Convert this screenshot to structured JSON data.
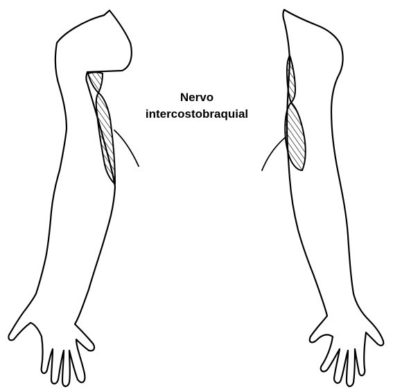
{
  "label": {
    "line1": "Nervo",
    "line2": "intercostobraquial"
  },
  "figures": [
    {
      "name": "left-arm",
      "view": "anterior-medial"
    },
    {
      "name": "right-arm",
      "view": "anterior-medial"
    }
  ],
  "colors": {
    "stroke": "#000000",
    "background": "#ffffff",
    "hatch": "#000000"
  }
}
